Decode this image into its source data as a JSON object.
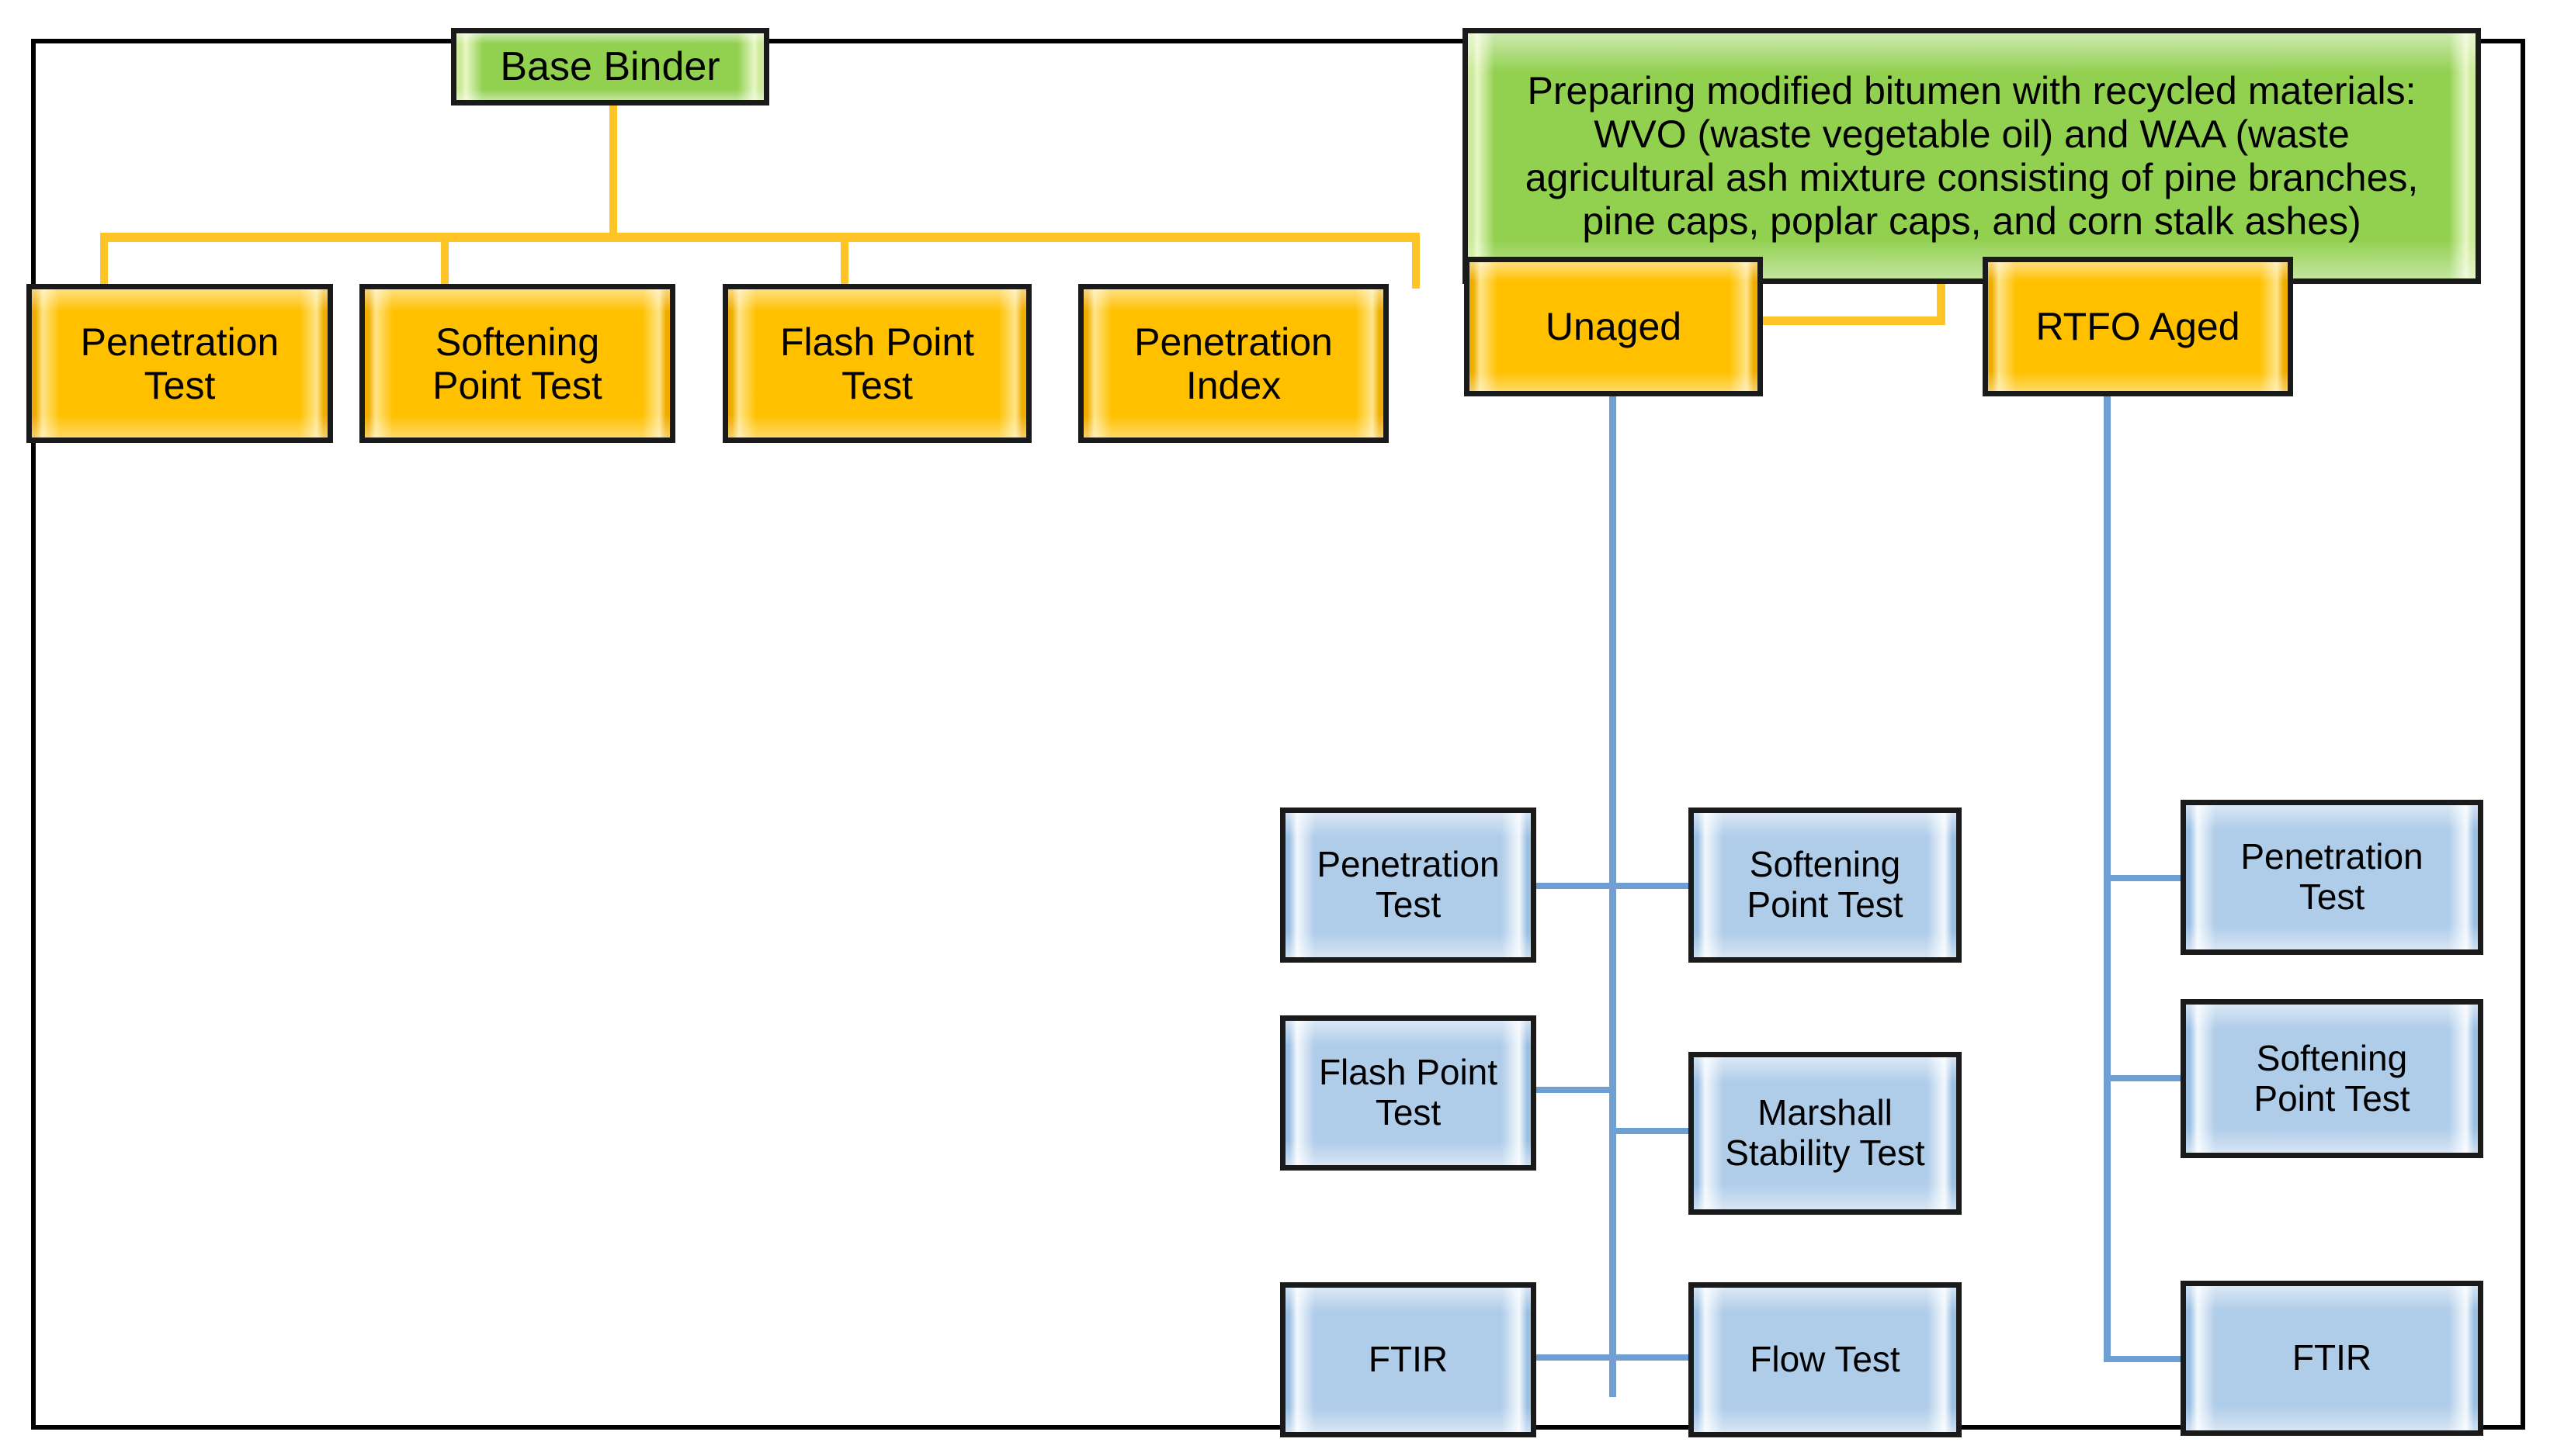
{
  "diagram": {
    "title": "Experimental flow chart for modified bitumen testing",
    "colors": {
      "green": "#92D050",
      "yellow": "#FFC000",
      "blue": "#AFCCE9",
      "connector_yellow": "#FFC425",
      "connector_blue": "#6D9FD4",
      "border": "#1A1A1A",
      "frame": "#000000",
      "background": "#FFFFFF"
    },
    "base_binder": {
      "label": "Base Binder",
      "tests": [
        {
          "label": "Penetration\nTest"
        },
        {
          "label": "Softening\nPoint Test"
        },
        {
          "label": "Flash Point\nTest"
        },
        {
          "label": "Penetration\nIndex"
        }
      ]
    },
    "modified_bitumen": {
      "label": "Preparing modified bitumen with recycled materials:  WVO (waste vegetable oil)  and WAA (waste agricultural ash mixture consisting of pine branches, pine caps, poplar caps, and corn stalk ashes)",
      "stages": [
        {
          "label": "Unaged",
          "tests": [
            {
              "label": "Penetration\nTest"
            },
            {
              "label": "Softening\nPoint Test"
            },
            {
              "label": "Flash Point\nTest"
            },
            {
              "label": "Marshall\nStability Test"
            },
            {
              "label": "FTIR"
            },
            {
              "label": "Flow Test"
            }
          ]
        },
        {
          "label": "RTFO Aged",
          "tests": [
            {
              "label": "Penetration\nTest"
            },
            {
              "label": "Softening\nPoint Test"
            },
            {
              "label": "FTIR"
            }
          ]
        }
      ]
    }
  }
}
